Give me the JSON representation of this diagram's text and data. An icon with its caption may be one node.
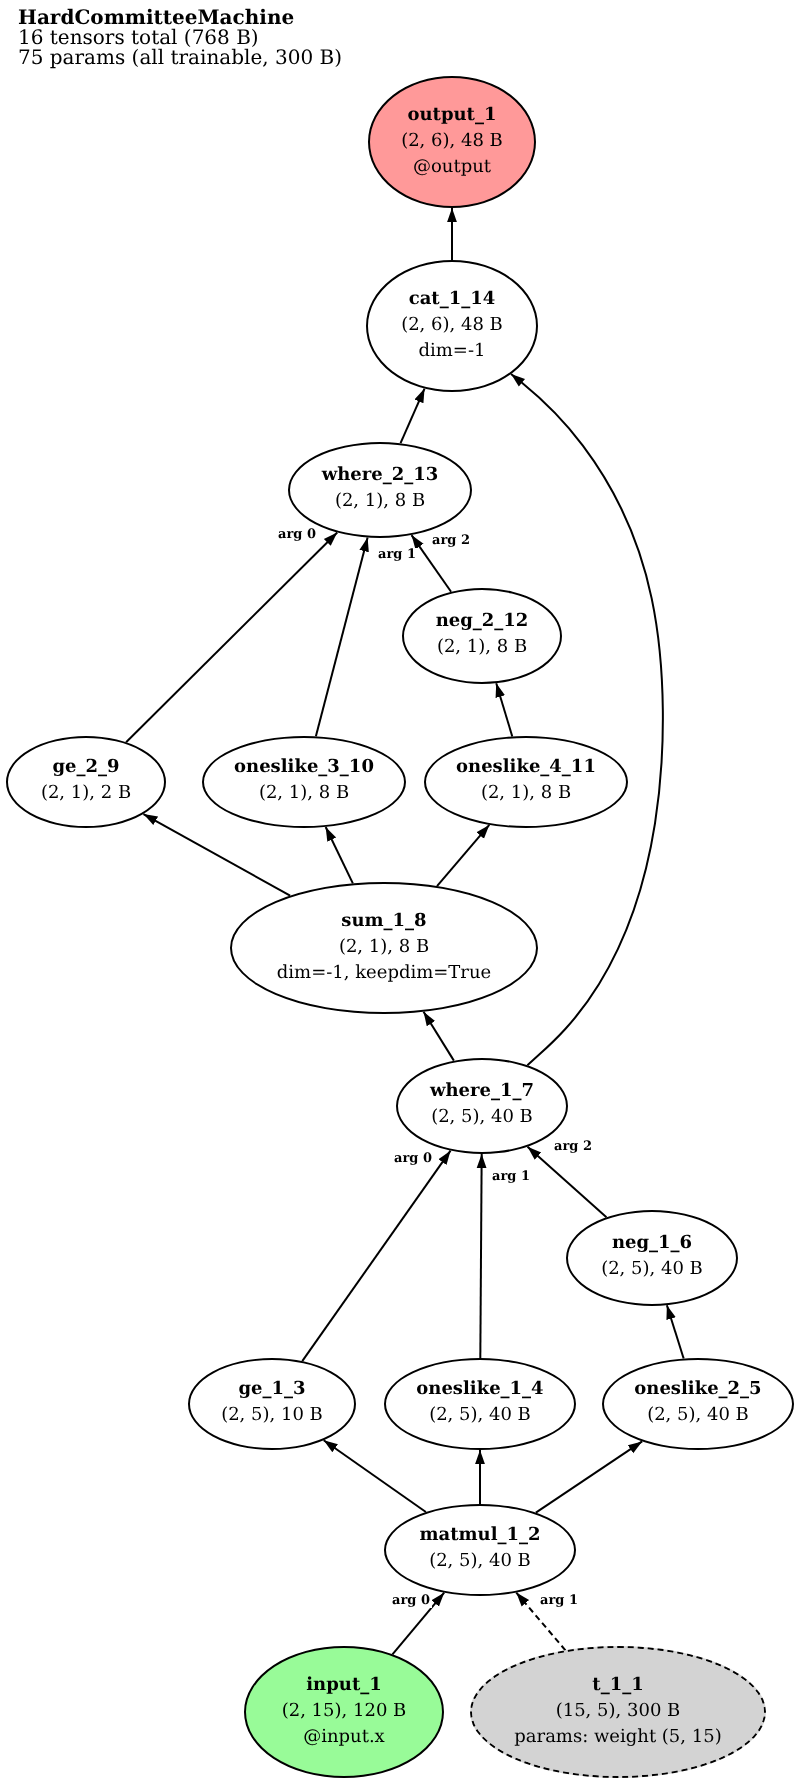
{
  "diagram": {
    "title": "HardCommitteeMachine",
    "nodes": [
      {
        "text": [
          "output_1",
          "(2, 6), 48 B",
          "@output"
        ]
      },
      {
        "text": [
          "cat_1_14",
          "(2, 6), 48 B",
          "dim=-1"
        ]
      },
      {
        "text": [
          "where_2_13",
          "(2, 1), 8 B"
        ]
      },
      {
        "text": [
          "neg_2_12",
          "(2, 1), 8 B"
        ]
      },
      {
        "text": [
          "ge_2_9",
          "(2, 1), 2 B"
        ]
      },
      {
        "text": [
          "oneslike_3_10",
          "(2, 1), 8 B"
        ]
      },
      {
        "text": [
          "oneslike_4_11",
          "(2, 1), 8 B"
        ]
      },
      {
        "text": [
          "sum_1_8",
          "(2, 1), 8 B",
          "dim=-1, keepdim=True"
        ]
      },
      {
        "text": [
          "where_1_7",
          "(2, 5), 40 B"
        ]
      },
      {
        "text": [
          "neg_1_6",
          "(2, 5), 40 B"
        ]
      },
      {
        "text": [
          "ge_1_3",
          "(2, 5), 10 B"
        ]
      },
      {
        "text": [
          "oneslike_1_4",
          "(2, 5), 40 B"
        ]
      },
      {
        "text": [
          "oneslike_2_5",
          "(2, 5), 40 B"
        ]
      },
      {
        "text": [
          "matmul_1_2",
          "(2, 5), 40 B"
        ]
      },
      {
        "text": [
          "input_1",
          "(2, 15), 120 B",
          "@input.x"
        ]
      },
      {
        "text": [
          "t_1_1",
          "(15, 5), 300 B",
          "params: weight (5, 15)"
        ]
      }
    ],
    "edges": [
      {
        "from": 1,
        "to": 0,
        "arrow": "to"
      },
      {
        "from": 2,
        "to": 1,
        "arrow": "to"
      },
      {
        "from": 8,
        "to": 1,
        "arrow": "to"
      },
      {
        "from": 4,
        "to": 2,
        "arrow": "to",
        "label": "arg 0"
      },
      {
        "from": 5,
        "to": 2,
        "arrow": "to",
        "label": "arg 1"
      },
      {
        "from": 3,
        "to": 2,
        "arrow": "to",
        "label": "arg 2"
      },
      {
        "from": 6,
        "to": 3,
        "arrow": "to"
      },
      {
        "from": 7,
        "to": 4,
        "arrow": "to"
      },
      {
        "from": 7,
        "to": 5,
        "arrow": "to"
      },
      {
        "from": 7,
        "to": 6,
        "arrow": "to"
      },
      {
        "from": 8,
        "to": 7,
        "arrow": "to"
      },
      {
        "from": 10,
        "to": 8,
        "arrow": "to",
        "label": "arg 0"
      },
      {
        "from": 11,
        "to": 8,
        "arrow": "to",
        "label": "arg 1"
      },
      {
        "from": 9,
        "to": 8,
        "arrow": "to",
        "label": "arg 2"
      },
      {
        "from": 12,
        "to": 9,
        "arrow": "to"
      },
      {
        "from": 13,
        "to": 10,
        "arrow": "to"
      },
      {
        "from": 13,
        "to": 11,
        "arrow": "to"
      },
      {
        "from": 13,
        "to": 12,
        "arrow": "to"
      },
      {
        "from": 14,
        "to": 13,
        "arrow": "to",
        "label": "arg 0"
      },
      {
        "from": 15,
        "to": 13,
        "arrow": "to",
        "label": "arg 1",
        "style": "dashed"
      }
    ],
    "labels": [
      "16 tensors total (768 B)",
      "75 params (all trainable, 300 B)"
    ]
  }
}
